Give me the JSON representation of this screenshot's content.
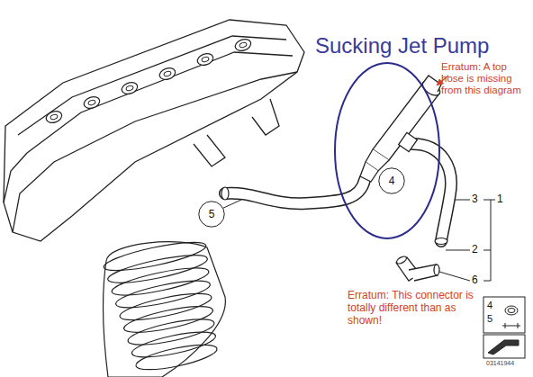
{
  "diagram": {
    "nodes": [
      {
        "text": [
          "Sucking Jet Pump"
        ]
      },
      {
        "text": [
          "4"
        ],
        "in": 0
      },
      {
        "text": [
          "5"
        ]
      }
    ],
    "labels": [
      "Erratum: A top hose is missing from this diagram",
      "3",
      "1",
      "2",
      "6",
      "Erratum: This connector is totally different than as shown!",
      "4",
      "5",
      "03141944"
    ]
  }
}
